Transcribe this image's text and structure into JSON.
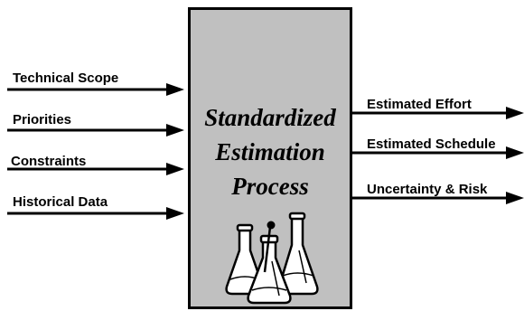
{
  "diagram": {
    "process": {
      "title_lines": [
        "Standardized",
        "Estimation",
        "Process"
      ],
      "icon": "lab-flasks-icon",
      "fill_color": "#c0c0c0"
    },
    "inputs": [
      {
        "label": "Technical Scope"
      },
      {
        "label": "Priorities"
      },
      {
        "label": "Constraints"
      },
      {
        "label": "Historical Data"
      }
    ],
    "outputs": [
      {
        "label": "Estimated Effort"
      },
      {
        "label": "Estimated Schedule"
      },
      {
        "label": "Uncertainty & Risk"
      }
    ]
  }
}
